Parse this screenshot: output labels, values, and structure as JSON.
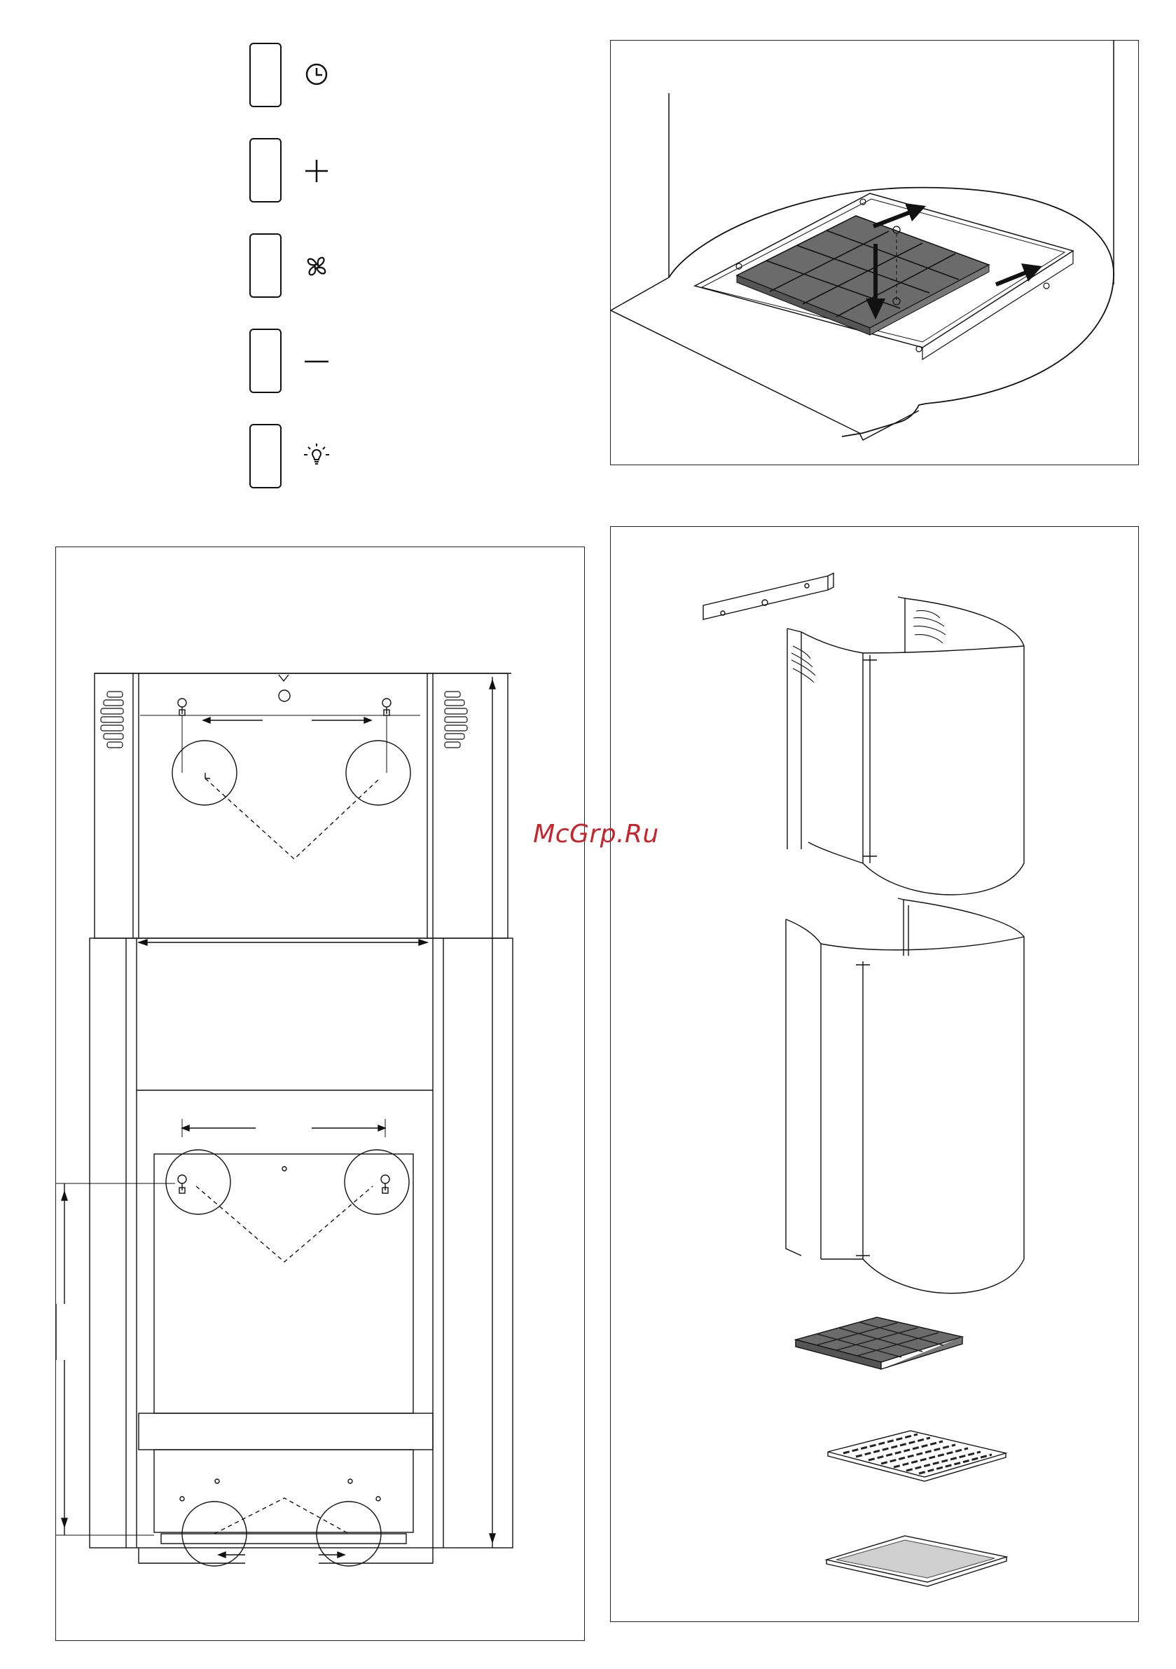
{
  "page": {
    "watermark": "McGrp.Ru",
    "accent_color": "#c8242b",
    "line_color": "#111111",
    "filter_fill": "#6b6b6b"
  },
  "control_panel": {
    "buttons": [
      {
        "icon": "clock-icon"
      },
      {
        "icon": "plus-icon"
      },
      {
        "icon": "fan-icon"
      },
      {
        "icon": "minus-icon"
      },
      {
        "icon": "light-bulb-icon"
      }
    ]
  },
  "figures": {
    "filter_install": {
      "icon": "carbon-filter-install-illustration"
    },
    "wall_mount": {
      "icon": "wall-mounting-bracket-diagram"
    },
    "parts": {
      "items": [
        {
          "icon": "wall-bracket-icon"
        },
        {
          "icon": "upper-chimney-cover-icon"
        },
        {
          "icon": "lower-chimney-cover-icon"
        },
        {
          "icon": "carbon-filter-icon"
        },
        {
          "icon": "grease-filter-grid-icon"
        },
        {
          "icon": "grease-filter-mesh-icon"
        }
      ]
    }
  }
}
